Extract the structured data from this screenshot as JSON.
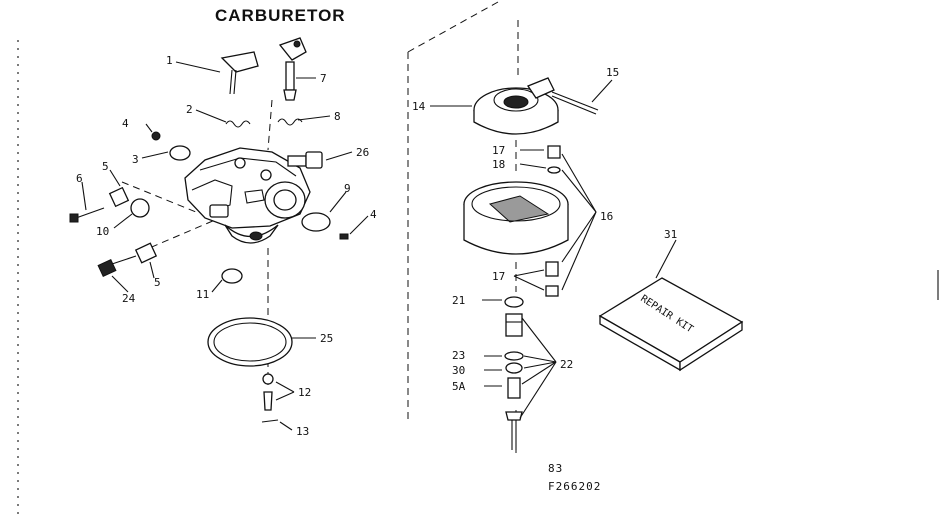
{
  "title": "CARBURETOR",
  "callouts": {
    "c1": "1",
    "c2": "2",
    "c3": "3",
    "c4a": "4",
    "c4b": "4",
    "c5a": "5",
    "c5b": "5",
    "c6": "6",
    "c7": "7",
    "c8": "8",
    "c9": "9",
    "c10": "10",
    "c11": "11",
    "c12": "12",
    "c13": "13",
    "c14": "14",
    "c15": "15",
    "c16": "16",
    "c17a": "17",
    "c17b": "17",
    "c18": "18",
    "c21": "21",
    "c22": "22",
    "c23": "23",
    "c24": "24",
    "c25": "25",
    "c26": "26",
    "c30": "30",
    "c5A": "5A",
    "c31": "31"
  },
  "repair_kit_label": "REPAIR KIT",
  "footer": {
    "page_code": "83",
    "diagram_id": "F266202"
  }
}
